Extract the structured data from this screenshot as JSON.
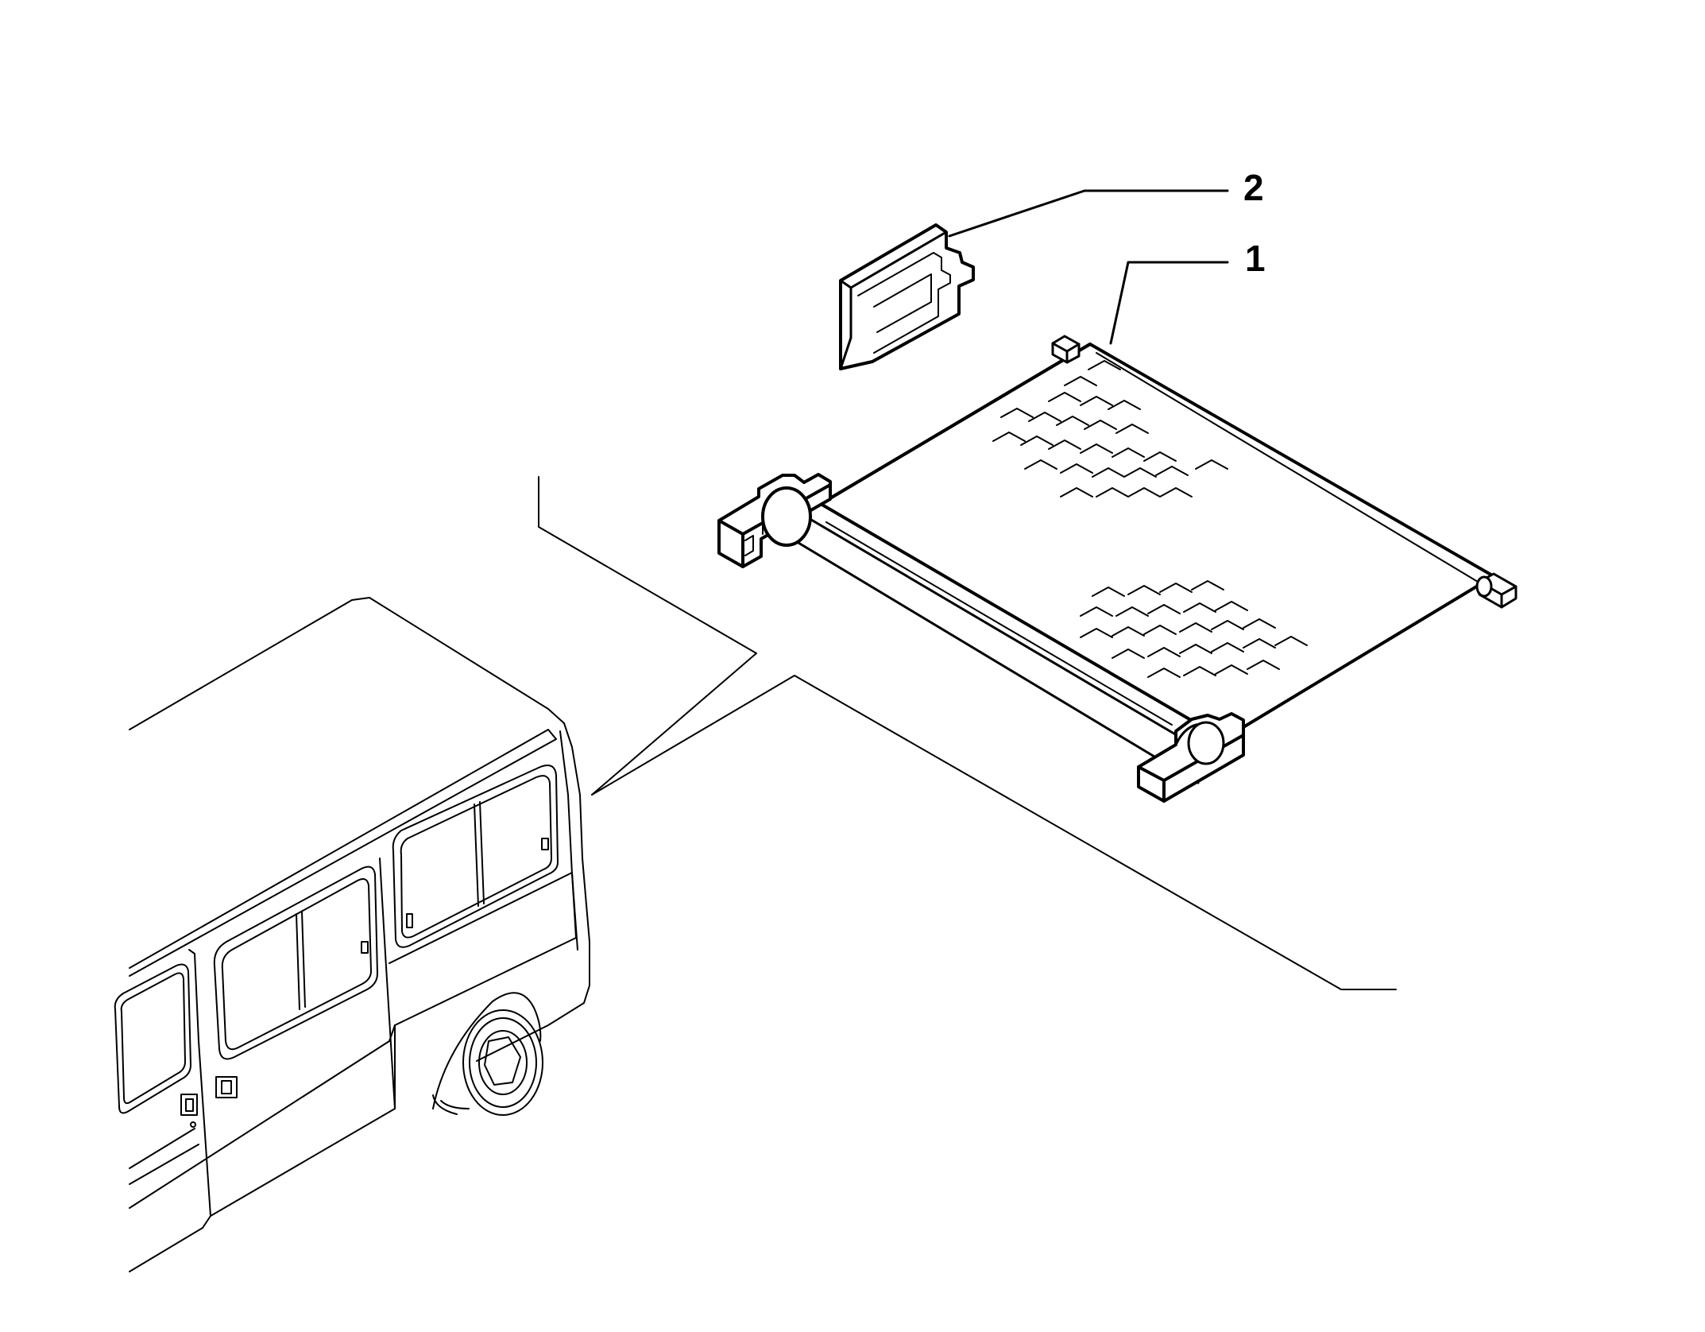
{
  "diagram": {
    "callouts": [
      {
        "label": "2",
        "part": "shade-clip"
      },
      {
        "label": "1",
        "part": "roller-sunblind"
      }
    ],
    "colors": {
      "stroke": "#000000",
      "background": "#ffffff"
    }
  }
}
